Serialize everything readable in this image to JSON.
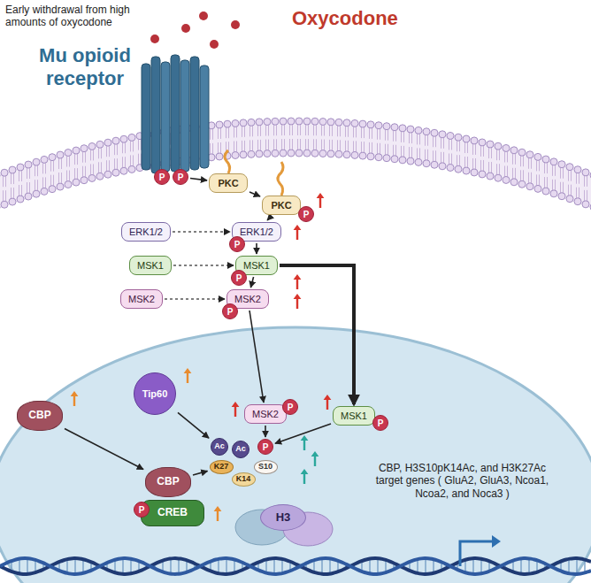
{
  "diagram": {
    "nodes": [
      {
        "text": [
          "P"
        ]
      },
      {
        "text": [
          "P"
        ]
      },
      {
        "text": [
          "PKC"
        ]
      },
      {
        "text": [
          "PKC"
        ]
      },
      {
        "text": [
          "P"
        ]
      },
      {
        "text": [
          "ERK1/2"
        ]
      },
      {
        "text": [
          "ERK1/2"
        ]
      },
      {
        "text": [
          "P"
        ]
      },
      {
        "text": [
          "MSK1"
        ]
      },
      {
        "text": [
          "MSK1"
        ]
      },
      {
        "text": [
          "P"
        ]
      },
      {
        "text": [
          "MSK2"
        ]
      },
      {
        "text": [
          "MSK2"
        ]
      },
      {
        "text": [
          "P"
        ]
      },
      {
        "text": [
          "Tip60"
        ]
      },
      {
        "text": [
          "CBP"
        ]
      },
      {
        "text": [
          "MSK2"
        ]
      },
      {
        "text": [
          "P"
        ]
      },
      {
        "text": [
          "MSK1"
        ]
      },
      {
        "text": [
          "P"
        ]
      },
      {
        "text": [
          "Ac"
        ]
      },
      {
        "text": [
          "P"
        ]
      },
      {
        "text": [
          "Ac"
        ]
      },
      {
        "text": [
          "K27"
        ]
      },
      {
        "text": [
          "S10"
        ]
      },
      {
        "text": [
          "K14"
        ]
      },
      {
        "text": [
          "CBP"
        ]
      },
      {
        "text": [
          "CREB"
        ]
      },
      {
        "text": [
          "P"
        ]
      },
      {
        "text": [
          "H3"
        ]
      }
    ],
    "edges": [
      {
        "from": 1,
        "to": 2,
        "arrow": "to"
      },
      {
        "from": 2,
        "to": 3,
        "arrow": "to"
      },
      {
        "from": 5,
        "to": 6,
        "arrow": "to"
      },
      {
        "from": 8,
        "to": 9,
        "arrow": "to"
      },
      {
        "from": 11,
        "to": 12,
        "arrow": "to"
      },
      {
        "from": 3,
        "to": 6,
        "arrow": "to"
      },
      {
        "from": 6,
        "to": 9,
        "arrow": "to"
      },
      {
        "from": 9,
        "to": 12,
        "arrow": "to"
      },
      {
        "from": 12,
        "to": 16,
        "arrow": "to"
      },
      {
        "from": 9,
        "to": 18,
        "arrow": "to"
      },
      {
        "from": 14,
        "to": 20,
        "arrow": "to"
      },
      {
        "from": 15,
        "to": 26,
        "arrow": "to"
      },
      {
        "from": 26,
        "to": 23,
        "arrow": "to"
      },
      {
        "from": 16,
        "to": 21,
        "arrow": "to"
      },
      {
        "from": 18,
        "to": 21,
        "arrow": "to"
      }
    ],
    "labels": [
      "Early withdrawal from high amounts of oxycodone",
      "Oxycodone",
      "Mu opioid receptor",
      "CBP, H3S10pK14Ac, and H3K27Ac target genes ( GluA2, GluA3, Ncoa1, Ncoa2, and Noca3 )"
    ]
  }
}
